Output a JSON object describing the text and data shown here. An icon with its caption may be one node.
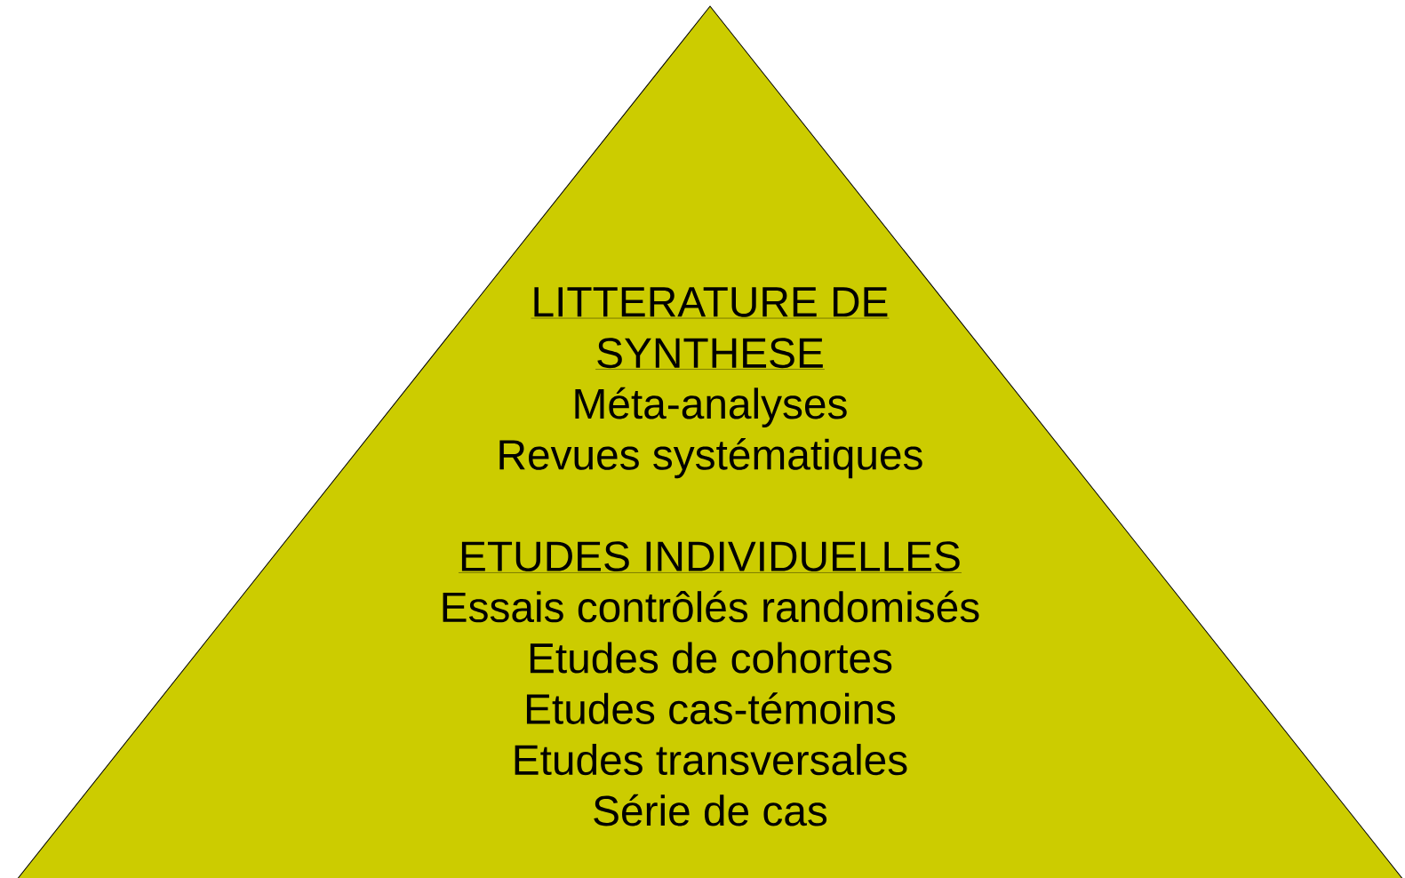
{
  "diagram": {
    "nodes": [
      {
        "text": [
          "LITTERATURE DE SYNTHESE",
          "Méta-analyses",
          "Revues systématiques",
          "ETUDES INDIVIDUELLES",
          "Essais contrôlés randomisés",
          "Etudes de cohortes",
          "Etudes cas-témoins",
          "Etudes transversales",
          "Série de cas"
        ]
      }
    ]
  }
}
